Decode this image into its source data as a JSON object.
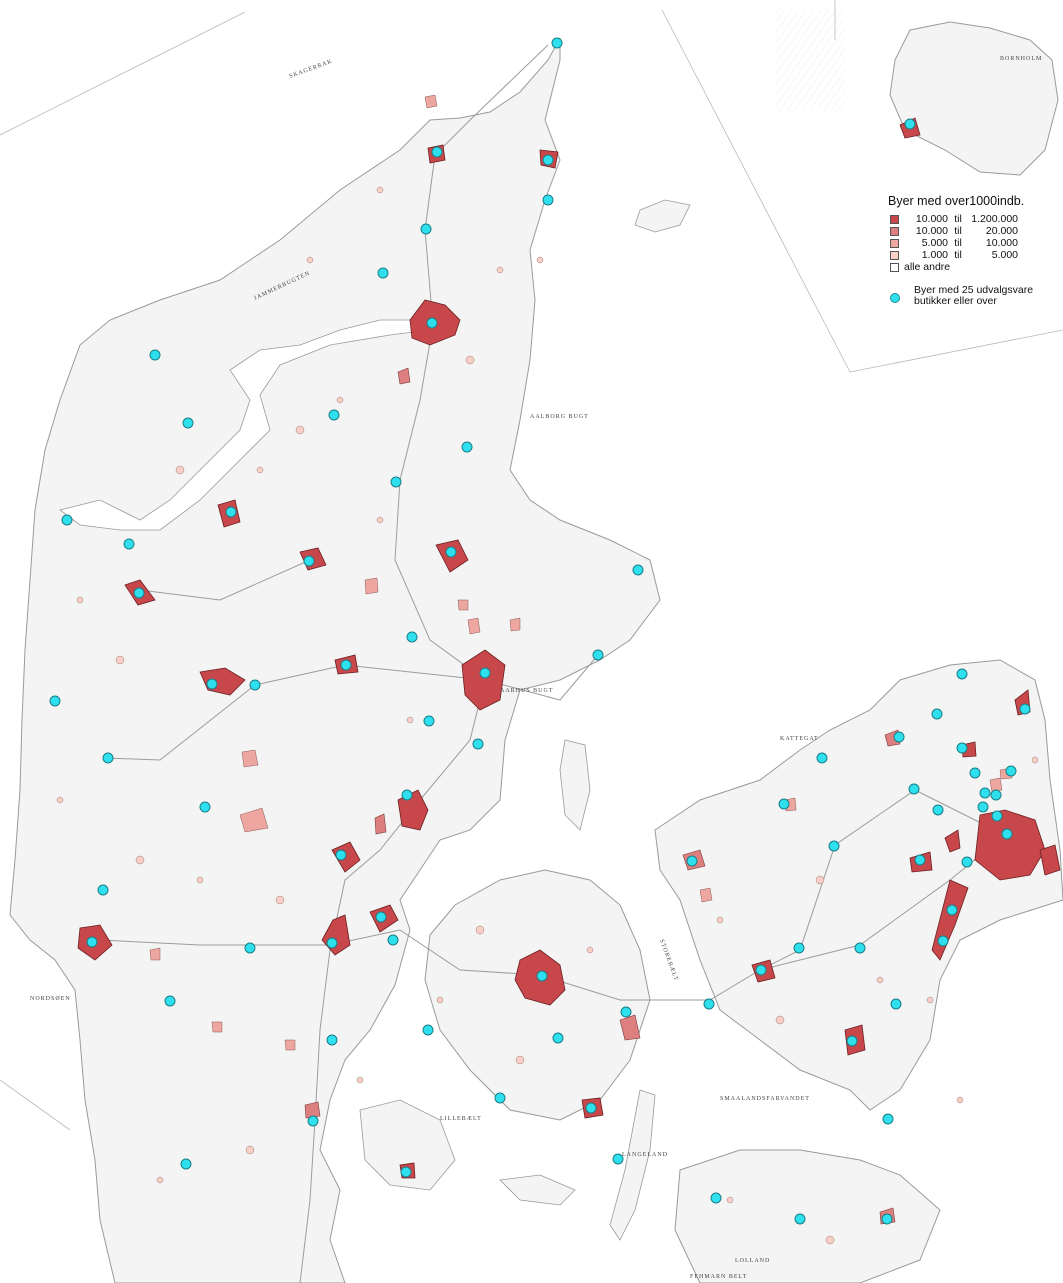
{
  "legend": {
    "title": "Byer med over1000indb.",
    "classes": [
      {
        "a": "10.000",
        "b": "til",
        "c": "1.200.000",
        "color": "#c8474a"
      },
      {
        "a": "10.000",
        "b": "til",
        "c": "20.000",
        "color": "#dd7f7f"
      },
      {
        "a": "5.000",
        "b": "til",
        "c": "10.000",
        "color": "#eea6a0"
      },
      {
        "a": "1.000",
        "b": "til",
        "c": "5.000",
        "color": "#f8d0c8"
      },
      {
        "label": "alle andre",
        "color": "#ffffff"
      }
    ],
    "dots_label": "Byer med 25 udvalgsvare butikker eller over",
    "dot_color": "#2ee0ee"
  },
  "place_labels": {
    "bornholm": "BORNHOLM",
    "aalborg_bugt": "AALBORG BUGT",
    "aarhus_bugt": "AARHUS BUGT",
    "lillebaelt": "LILLEBÆLT",
    "storebaelt": "STOREBÆLT",
    "smaalandsfarvandet": "SMAALANDSFARVANDET",
    "jammerbugt": "JAMMERBUGTEN",
    "skagerrak": "SKAGERRAK",
    "kattegat": "KATTEGAT",
    "langeland": "LANGELAND",
    "lolland": "LOLLAND",
    "fehmarn": "FEHMARN BELT",
    "nordsoen": "NORDSØEN"
  }
}
